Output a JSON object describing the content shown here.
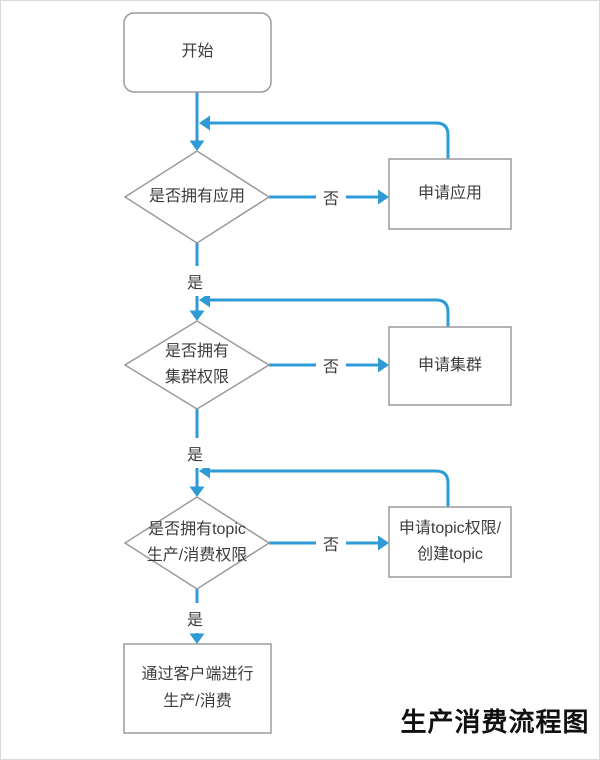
{
  "title": "生产消费流程图",
  "colors": {
    "line": "#2E9BD6",
    "border": "#9b9b9b",
    "text": "#3d3d3d"
  },
  "nodes": {
    "start": {
      "label": "开始"
    },
    "check_app": {
      "label": "是否拥有应用"
    },
    "apply_app": {
      "label": "申请应用"
    },
    "check_cluster": {
      "label": "是否拥有\n集群权限"
    },
    "apply_cluster": {
      "label": "申请集群"
    },
    "check_topic": {
      "label": "是否拥有topic\n生产/消费权限"
    },
    "apply_topic": {
      "label": "申请topic权限/\n创建topic"
    },
    "end": {
      "label": "通过客户端进行\n生产/消费"
    }
  },
  "edges": {
    "no1": {
      "label": "否"
    },
    "no2": {
      "label": "否"
    },
    "no3": {
      "label": "否"
    },
    "yes1": {
      "label": "是"
    },
    "yes2": {
      "label": "是"
    },
    "yes3": {
      "label": "是"
    }
  }
}
